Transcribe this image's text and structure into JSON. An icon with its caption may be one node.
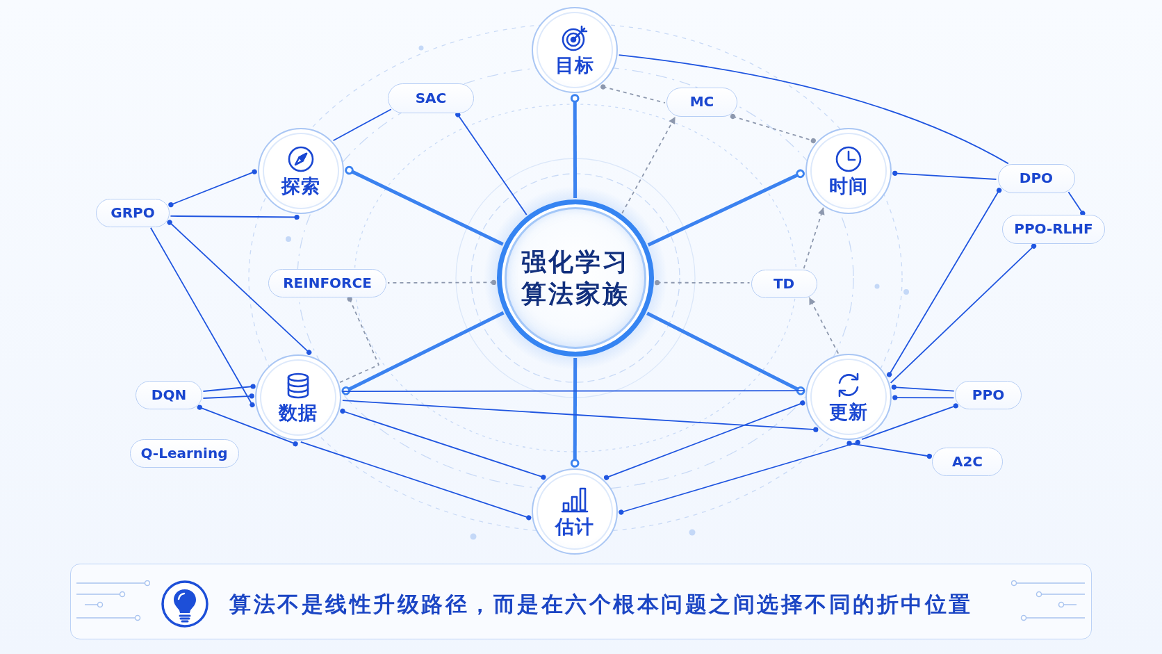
{
  "diagram": {
    "nodes": [
      {
        "text": [
          "强化学习算法家族"
        ]
      },
      {
        "text": [
          "目标"
        ]
      },
      {
        "text": [
          "SAC"
        ]
      },
      {
        "text": [
          "MC"
        ]
      },
      {
        "text": [
          "探索"
        ]
      },
      {
        "text": [
          "时间"
        ]
      },
      {
        "text": [
          "GRPO"
        ]
      },
      {
        "text": [
          "DPO"
        ]
      },
      {
        "text": [
          "PPO-RLHF"
        ]
      },
      {
        "text": [
          "REINFORCE"
        ]
      },
      {
        "text": [
          "TD"
        ]
      },
      {
        "text": [
          "数据"
        ]
      },
      {
        "text": [
          "更新"
        ]
      },
      {
        "text": [
          "DQN"
        ]
      },
      {
        "text": [
          "PPO"
        ]
      },
      {
        "text": [
          "Q-Learning"
        ]
      },
      {
        "text": [
          "A2C"
        ]
      },
      {
        "text": [
          "估计"
        ]
      },
      {
        "text": [
          "算法不是线性升级路径，而是在六个根本问题之间选择不同的折中位置"
        ]
      }
    ],
    "edges": [
      {
        "from": 0,
        "to": 1,
        "arrow": "other",
        "style": "thick",
        "color": "#3b82f0"
      },
      {
        "from": 0,
        "to": 4,
        "arrow": "other",
        "style": "thick",
        "color": "#3b82f0"
      },
      {
        "from": 0,
        "to": 5,
        "arrow": "other",
        "style": "thick",
        "color": "#3b82f0"
      },
      {
        "from": 0,
        "to": 11,
        "arrow": "other",
        "style": "thick",
        "color": "#3b82f0"
      },
      {
        "from": 0,
        "to": 12,
        "arrow": "other",
        "style": "thick",
        "color": "#3b82f0"
      },
      {
        "from": 0,
        "to": 17,
        "arrow": "other",
        "style": "thick",
        "color": "#3b82f0"
      },
      {
        "from": 4,
        "to": 2,
        "arrow": "none"
      },
      {
        "from": 2,
        "to": 0,
        "arrow": "other"
      },
      {
        "from": 6,
        "to": 4,
        "arrow": "other"
      },
      {
        "from": 6,
        "to": 4,
        "arrow": "other"
      },
      {
        "from": 6,
        "to": 11,
        "arrow": "other"
      },
      {
        "from": 6,
        "to": 11,
        "arrow": "other"
      },
      {
        "from": 13,
        "to": 11,
        "arrow": "other"
      },
      {
        "from": 13,
        "to": 11,
        "arrow": "other"
      },
      {
        "from": 13,
        "to": 11,
        "arrow": "other"
      },
      {
        "from": 11,
        "to": 12,
        "arrow": "none"
      },
      {
        "from": 11,
        "to": 12,
        "arrow": "other"
      },
      {
        "from": 11,
        "to": 17,
        "arrow": "other"
      },
      {
        "from": 17,
        "to": 12,
        "arrow": "other"
      },
      {
        "from": 17,
        "to": 12,
        "arrow": "other"
      },
      {
        "from": 12,
        "to": 16,
        "arrow": "other"
      },
      {
        "from": 12,
        "to": 14,
        "arrow": "other"
      },
      {
        "from": 12,
        "to": 14,
        "arrow": "other"
      },
      {
        "from": 12,
        "to": 7,
        "arrow": "other"
      },
      {
        "from": 12,
        "to": 8,
        "arrow": "other"
      },
      {
        "from": 5,
        "to": 7,
        "arrow": "other"
      },
      {
        "from": 7,
        "to": 8,
        "arrow": "other"
      },
      {
        "from": 1,
        "to": 7,
        "arrow": "none"
      },
      {
        "from": 1,
        "to": 3,
        "arrow": "other",
        "style": "dashed",
        "color": "#8d98ae"
      },
      {
        "from": 0,
        "to": 3,
        "arrow": "to",
        "style": "dashed",
        "color": "#8d98ae"
      },
      {
        "from": 3,
        "to": 5,
        "arrow": "other",
        "style": "dashed",
        "color": "#8d98ae"
      },
      {
        "from": 0,
        "to": 9,
        "arrow": "other",
        "style": "dashed",
        "color": "#8d98ae"
      },
      {
        "from": 0,
        "to": 10,
        "arrow": "other",
        "style": "dashed",
        "color": "#8d98ae"
      },
      {
        "from": 10,
        "to": 5,
        "arrow": "to",
        "style": "dashed",
        "color": "#8d98ae"
      },
      {
        "from": 12,
        "to": 10,
        "arrow": "to",
        "style": "dashed",
        "color": "#8d98ae"
      },
      {
        "from": 9,
        "to": 11,
        "arrow": "other",
        "style": "dashed",
        "color": "#8d98ae"
      },
      {
        "from": 11,
        "to": 17,
        "arrow": "other"
      },
      {
        "from": 12,
        "to": 14,
        "arrow": "other"
      }
    ]
  }
}
